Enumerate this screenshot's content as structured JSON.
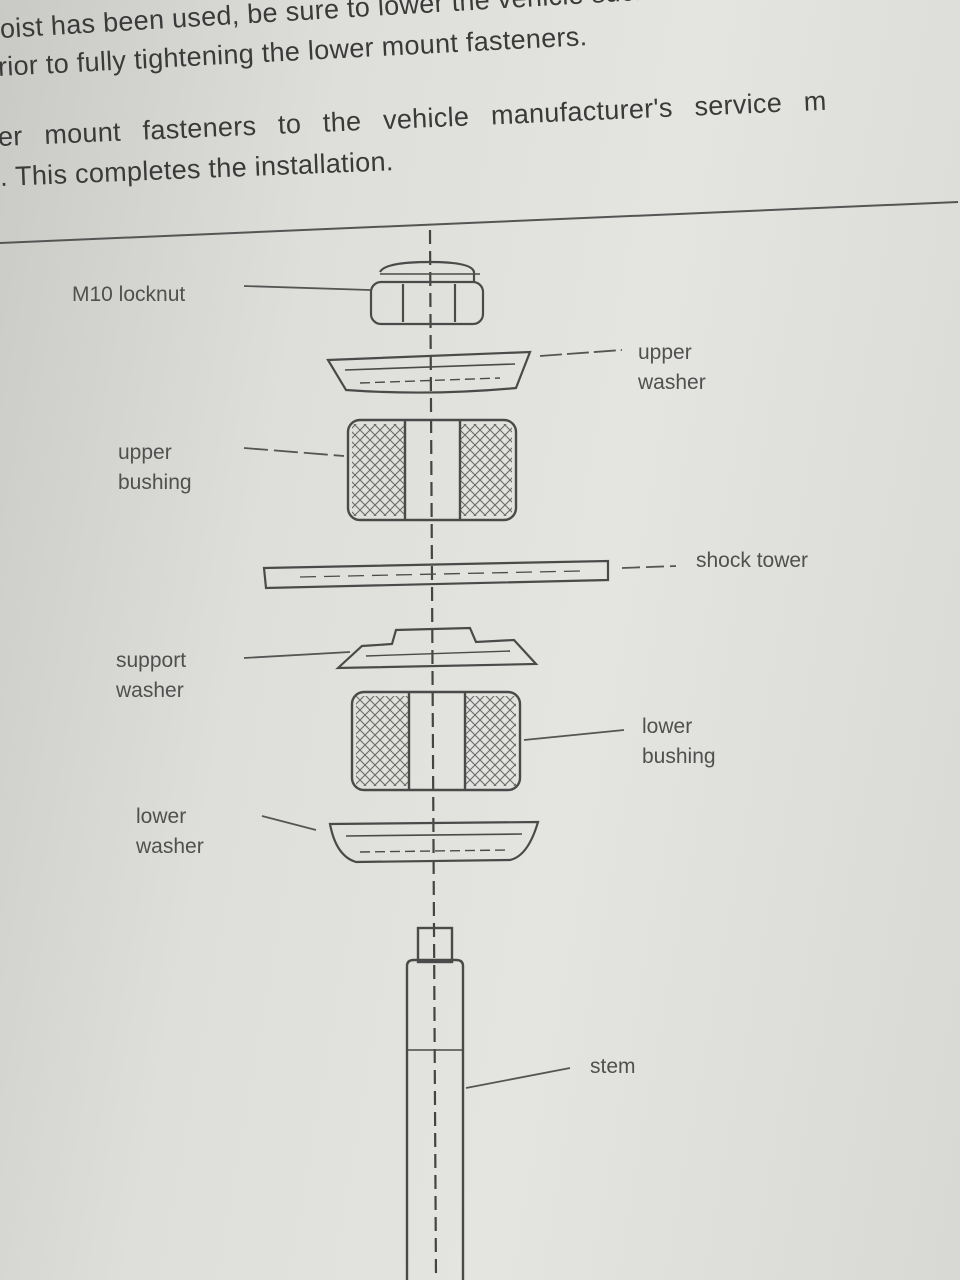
{
  "instructions": {
    "line1": "oist has been used, be sure to lower the vehicle such that its full we",
    "line2": "rior to fully tightening the lower mount fasteners.",
    "line3": "er mount fasteners to the vehicle manufacturer's service m",
    "line4": ". This completes the installation."
  },
  "diagram": {
    "labels": {
      "locknut": "M10 locknut",
      "upper_washer": "upper\nwasher",
      "upper_bushing": "upper\nbushing",
      "shock_tower": "shock tower",
      "support_washer": "support\nwasher",
      "lower_bushing": "lower\nbushing",
      "lower_washer": "lower\nwasher",
      "stem": "stem"
    },
    "ink_color": "#4a4a4a",
    "hatch_color": "#6a6a6a"
  }
}
